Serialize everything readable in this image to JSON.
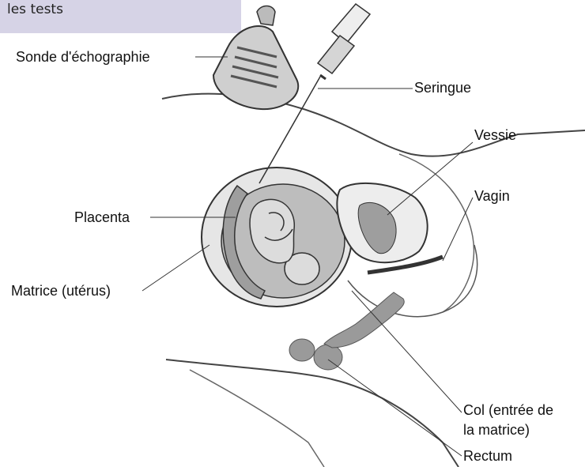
{
  "header": {
    "tab_text": "les tests"
  },
  "diagram": {
    "labels": {
      "probe": "Sonde d'échographie",
      "syringe": "Seringue",
      "bladder": "Vessie",
      "vagina": "Vagin",
      "placenta": "Placenta",
      "uterus": "Matrice (utérus)",
      "cervix_line1": "Col (entrée de",
      "cervix_line2": "la matrice)",
      "rectum": "Rectum"
    }
  }
}
